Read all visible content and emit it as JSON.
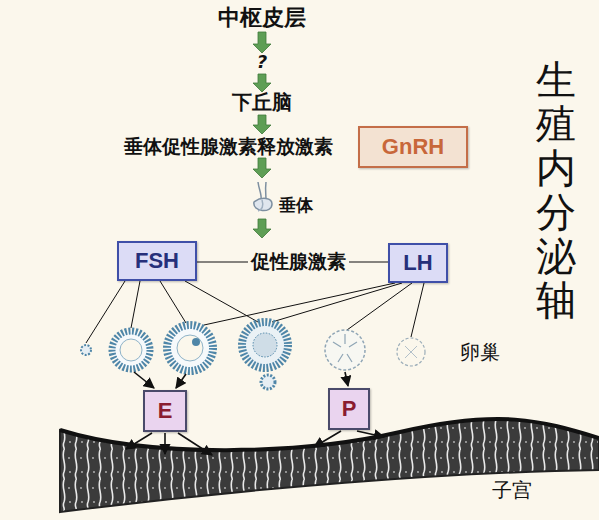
{
  "diagram": {
    "title": "生殖内分泌轴",
    "nodes": [
      {
        "text": [
          "GnRH"
        ]
      },
      {
        "text": [
          "FSH"
        ]
      },
      {
        "text": [
          "LH"
        ]
      },
      {
        "text": [
          "E"
        ]
      },
      {
        "text": [
          "P"
        ]
      }
    ],
    "edges": [
      {
        "from": 1,
        "to": 2,
        "label": "促性腺激素",
        "arrow": "none"
      }
    ],
    "labels": [
      "中枢皮层",
      "?",
      "下丘脑",
      "垂体促性腺激素释放激素",
      "垂体",
      "卵巢",
      "子宫"
    ]
  }
}
